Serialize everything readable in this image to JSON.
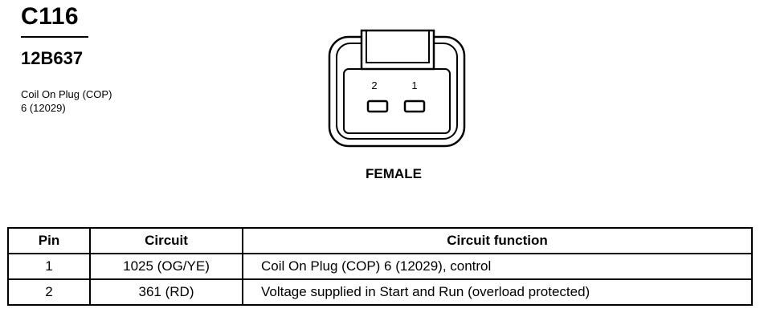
{
  "connector": {
    "id": "C116",
    "part_number": "12B637",
    "description_line1": "Coil On Plug (COP)",
    "description_line2": "6 (12029)",
    "gender": "FEMALE",
    "cavity_labels": [
      "2",
      "1"
    ]
  },
  "pin_table": {
    "headers": {
      "pin": "Pin",
      "circuit": "Circuit",
      "function": "Circuit function"
    },
    "rows": [
      {
        "pin": "1",
        "circuit": "1025 (OG/YE)",
        "function": "Coil On Plug (COP) 6 (12029), control"
      },
      {
        "pin": "2",
        "circuit": "361 (RD)",
        "function": "Voltage supplied in Start and Run (overload protected)"
      }
    ]
  }
}
